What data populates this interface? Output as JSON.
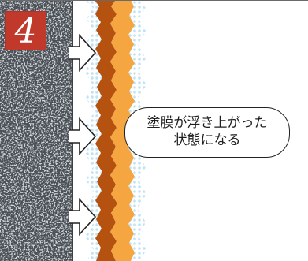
{
  "step": {
    "number": "4"
  },
  "callout": {
    "line1": "塗膜が浮き上がった",
    "line2": "状態になる"
  },
  "colors": {
    "wall_base": "#4a5055",
    "wall_speckle": "#9aa4ab",
    "inner_coat": "#b5520f",
    "outer_coat": "#f5a640",
    "gap_dots": "#bfe3f5",
    "arrow_stroke": "#222222",
    "badge": "#c0392b"
  },
  "icons": [
    "right-arrow-icon"
  ]
}
